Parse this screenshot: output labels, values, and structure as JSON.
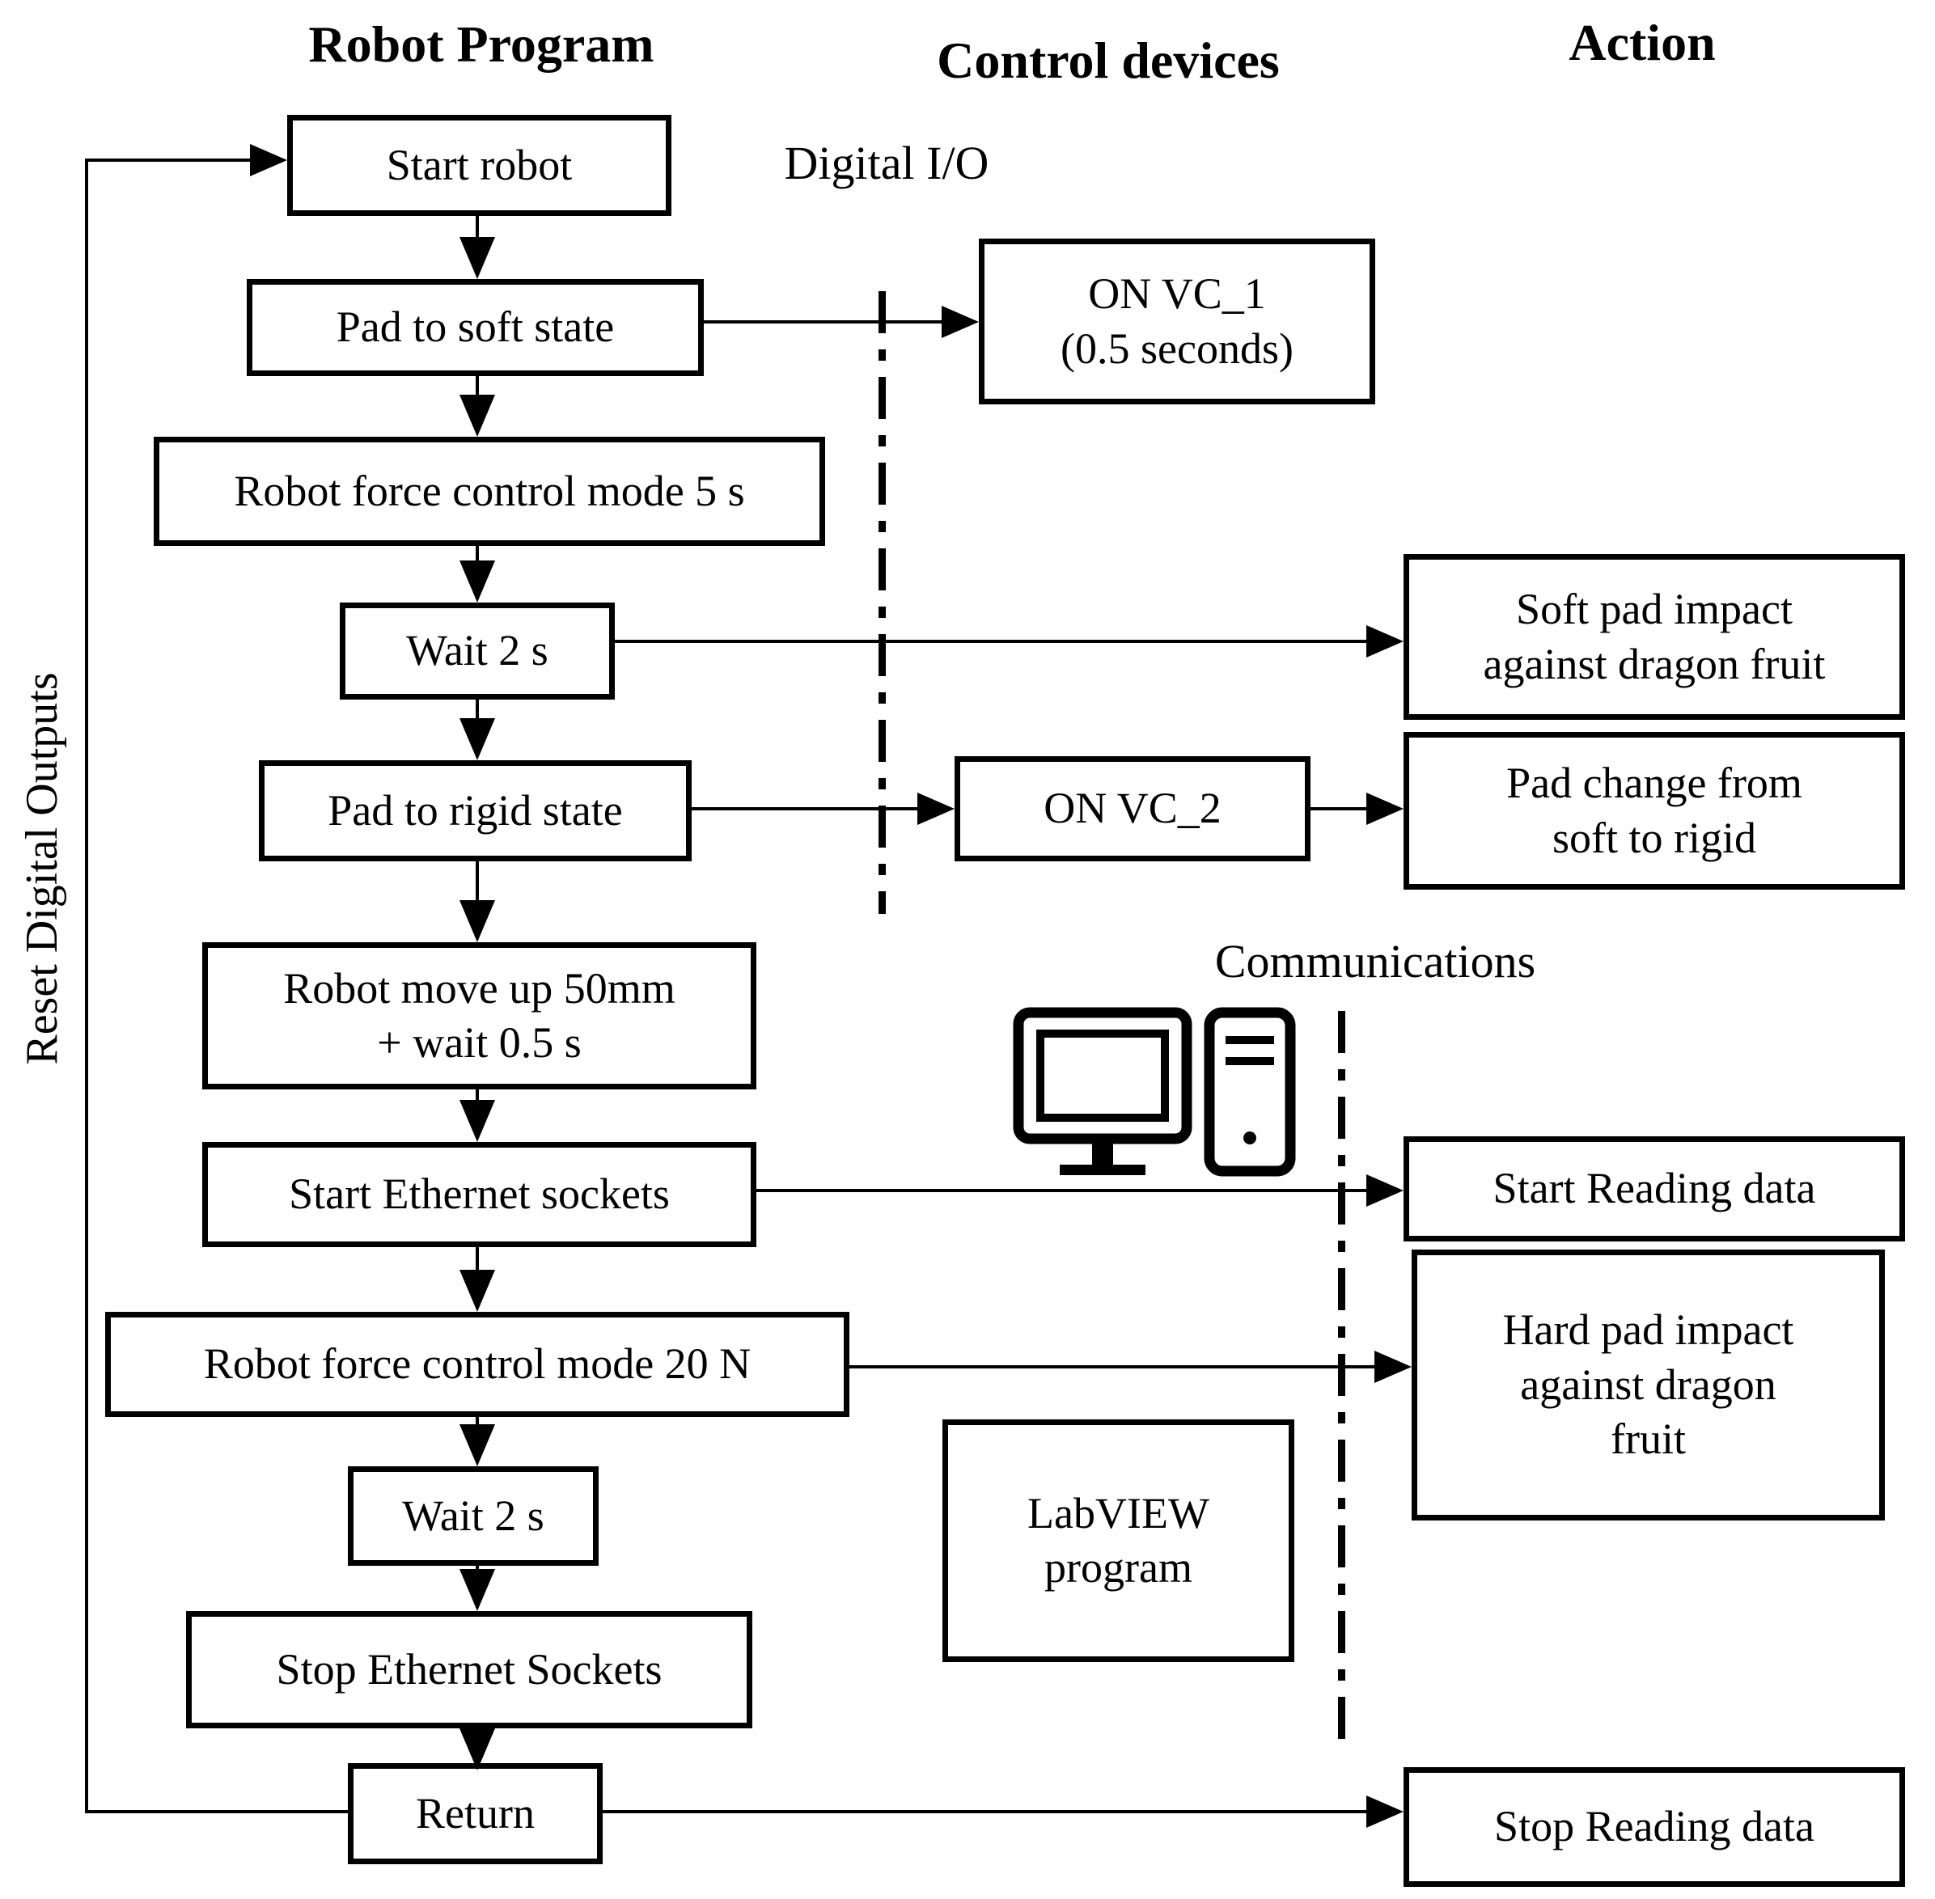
{
  "headers": {
    "robot_program": "Robot Program",
    "control_devices": "Control devices",
    "action": "Action"
  },
  "labels": {
    "digital_io": "Digital I/O",
    "communications": "Communications",
    "reset_digital_outputs": "Reset Digital Outputs"
  },
  "flow": {
    "start_robot": "Start robot",
    "pad_soft": "Pad to soft state",
    "force_5s": "Robot force control mode 5 s",
    "wait_2s_a": "Wait 2 s",
    "pad_rigid": "Pad to rigid state",
    "move_up": [
      "Robot move up 50mm",
      "+ wait 0.5 s"
    ],
    "start_ethernet": "Start Ethernet sockets",
    "force_20n": "Robot force control mode 20 N",
    "wait_2s_b": "Wait 2 s",
    "stop_ethernet": "Stop Ethernet Sockets",
    "return": "Return"
  },
  "control_devices": {
    "on_vc1": [
      "ON VC_1",
      "(0.5 seconds)"
    ],
    "on_vc2": "ON VC_2",
    "labview": [
      "LabVIEW",
      "program"
    ]
  },
  "actions": {
    "soft_impact": [
      "Soft pad impact",
      "against dragon fruit"
    ],
    "pad_change": [
      "Pad change from",
      "soft to rigid"
    ],
    "start_reading": "Start Reading data",
    "hard_impact": [
      "Hard pad impact",
      "against dragon",
      "fruit"
    ],
    "stop_reading": "Stop Reading data"
  },
  "icons": {
    "computer": "desktop-computer-icon"
  },
  "colors": {
    "line": "#000000",
    "background": "#ffffff"
  }
}
